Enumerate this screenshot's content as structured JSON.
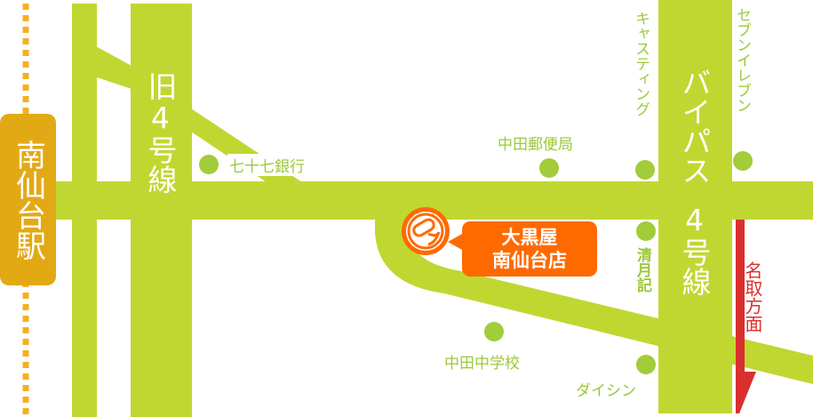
{
  "map": {
    "station": {
      "label": "南仙台駅",
      "color": "#e3a915",
      "line_color": "#f5b020"
    },
    "roads": {
      "old_route4": {
        "label": "旧4号線"
      },
      "bypass": {
        "label_top": "バイパス",
        "label_bottom": "4号線"
      },
      "color": "#c0d732"
    },
    "store": {
      "name_line1": "大黒屋",
      "name_line2": "南仙台店",
      "color": "#ff6a00"
    },
    "pois": [
      {
        "id": "bank",
        "label": "七十七銀行"
      },
      {
        "id": "post-office",
        "label": "中田郵便局"
      },
      {
        "id": "casting",
        "label": "キャスティング"
      },
      {
        "id": "seven-eleven",
        "label": "セブンイレブン"
      },
      {
        "id": "seigetsuki",
        "label": "清月記"
      },
      {
        "id": "school",
        "label": "中田中学校"
      },
      {
        "id": "daishin",
        "label": "ダイシン"
      }
    ],
    "direction": {
      "label": "名取方面",
      "color": "#d9302f"
    },
    "poi_color": "#a2cc39"
  }
}
